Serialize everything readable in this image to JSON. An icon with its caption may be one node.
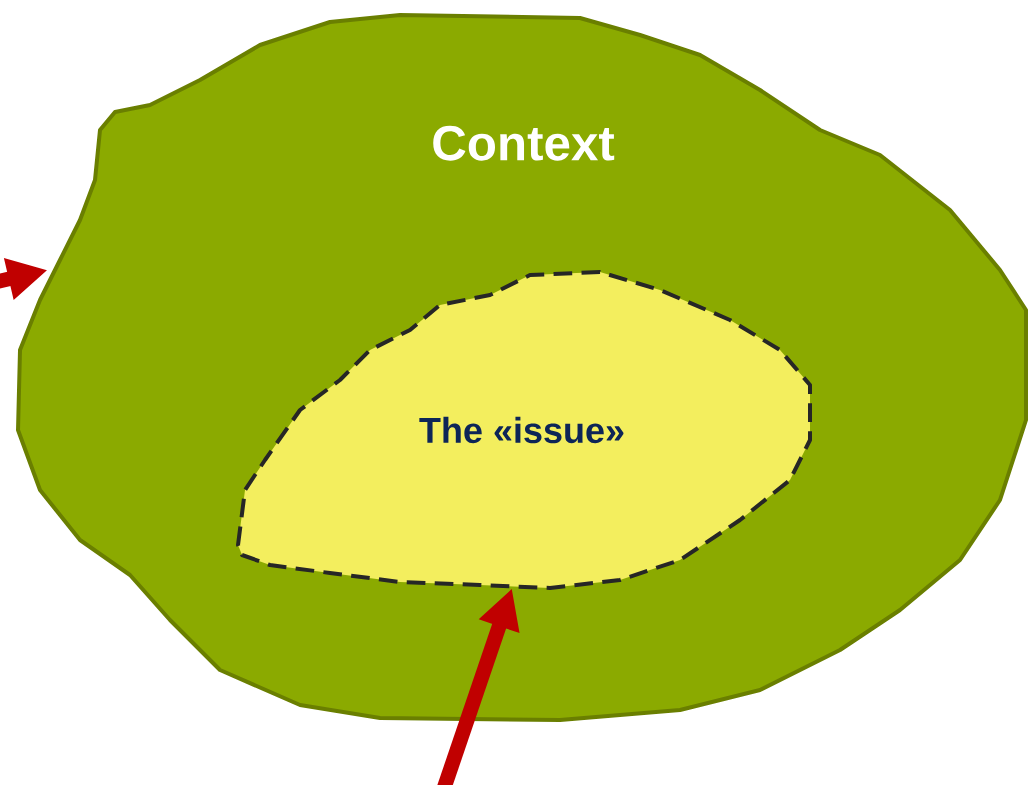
{
  "diagram": {
    "nodes": [
      {
        "text": [
          "Context"
        ]
      },
      {
        "text": [
          "The «issue»"
        ],
        "in": 0
      }
    ],
    "edges": [
      {
        "from": null,
        "to": 0,
        "arrow": "to"
      },
      {
        "from": null,
        "to": 1,
        "arrow": "to"
      }
    ]
  }
}
